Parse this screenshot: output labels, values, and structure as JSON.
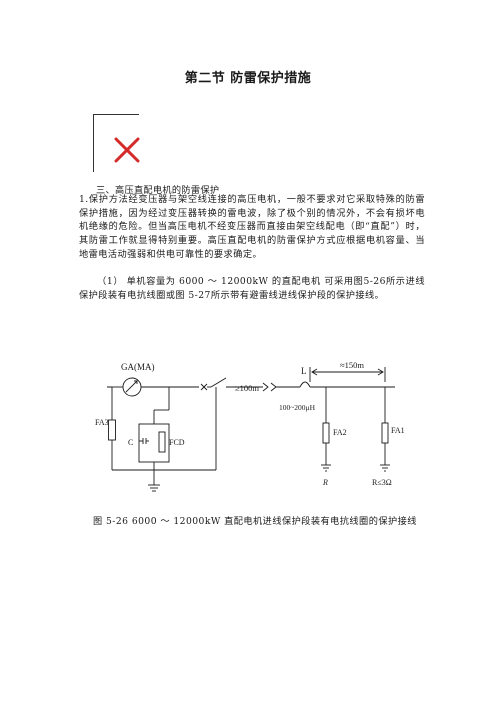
{
  "title": "第二节 防雷保护措施",
  "section_heading": "三、高压直配电机的防雷保护",
  "paragraphs": {
    "p1": "1.保护方法经变压器与架空线连接的高压电机，一般不要求对它采取特殊的防雷保护措施，因为经过变压器转换的雷电波，除了极个别的情况外，不会有损坏电机绝缘的危险。但当高压电机不经变压器而直接由架空线配电（即“直配”）时，其防雷工作就显得特别重要。高压直配电机的防雷保护方式应根据电机容量、当地雷电活动强弱和供电可靠性的要求确定。",
    "p2": "（1） 单机容量为 6000 ～ 12000kW 的直配电机 可采用图5-26所示进线保护段装有电抗线圈或图 5-27所示带有避雷线进线保护段的保护接线。"
  },
  "figure": {
    "labels": {
      "generator": "GA(MA)",
      "distance_1": "≥100m",
      "reactor": "L",
      "inductance": "100~200μH",
      "distance_2": "≈150m",
      "fa3": "FA3",
      "capacitor": "C",
      "fcd": "FCD",
      "fa2": "FA2",
      "fa1": "FA1",
      "r2": "R",
      "r1": "R≤3Ω"
    }
  },
  "caption": "图 5-26 6000 ～ 12000kW 直配电机进线保护段装有电抗线圈的保护接线",
  "icons": {
    "broken_image": "broken-image-x-icon",
    "broken_image_color": "#d42a2a"
  }
}
